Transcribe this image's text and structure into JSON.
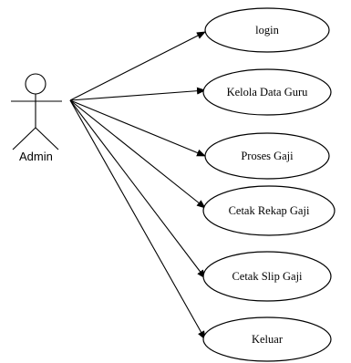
{
  "actor": {
    "label": "Admin"
  },
  "use_cases": [
    {
      "id": "login",
      "label": "login"
    },
    {
      "id": "kelola-data-guru",
      "label": "Kelola Data Guru"
    },
    {
      "id": "proses-gaji",
      "label": "Proses Gaji"
    },
    {
      "id": "cetak-rekap-gaji",
      "label": "Cetak Rekap Gaji"
    },
    {
      "id": "cetak-slip-gaji",
      "label": "Cetak Slip Gaji"
    },
    {
      "id": "keluar",
      "label": "Keluar"
    }
  ],
  "colors": {
    "line": "#000000",
    "background": "#ffffff"
  }
}
